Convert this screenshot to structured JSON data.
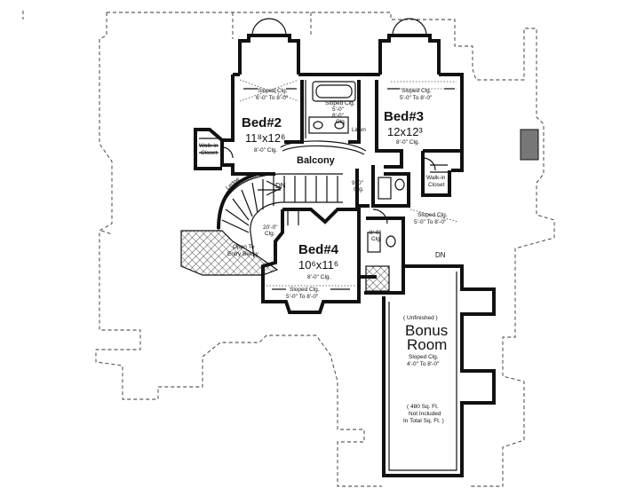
{
  "rooms": {
    "bed2": {
      "name": "Bed#2",
      "size": "11⁸x12⁶",
      "ceiling": "8'-0\" Clg."
    },
    "bed3": {
      "name": "Bed#3",
      "size": "12x12³",
      "ceiling": "8'-0\" Clg."
    },
    "bed4": {
      "name": "Bed#4",
      "size": "10⁶x11⁶",
      "ceiling": "8'-0\" Clg."
    },
    "balcony": {
      "name": "Balcony"
    },
    "linen": {
      "name": "Linen"
    },
    "walkin_left": {
      "line1": "Walk-in",
      "line2": "Closet"
    },
    "walkin_right": {
      "line1": "Walk-in",
      "line2": "Closet"
    },
    "ledge": {
      "name": "Ledge"
    },
    "open_below": {
      "line1": "Open To",
      "line2": "Entry Below"
    },
    "bonus": {
      "status": "( Unfinished )",
      "name1": "Bonus",
      "name2": "Room",
      "ceil1": "Sloped Clg.",
      "ceil2": "4'-0\" To 8'-0\"",
      "area1": "( 480 Sq. Ft.",
      "area2": "Not Included",
      "area3": "In Total Sq. Ft. )"
    }
  },
  "notes": {
    "bed2_ceiling": {
      "line1": "Sloped Clg.",
      "line2": "6'-0\" To 8'-0\""
    },
    "bed3_ceiling": {
      "line1": "Sloped Clg.",
      "line2": "5'-0\" To 8'-0\""
    },
    "bath_ceiling": {
      "line1": "Sloped Clg.",
      "line2": "5'-0\"",
      "line3": "8'-0\"",
      "line4": "Clg."
    },
    "hall_ceiling": {
      "line1": "9'-0\"",
      "line2": "Clg."
    },
    "stair_ceiling": {
      "line1": "20'-0\"",
      "line2": "Clg."
    },
    "hall_sloped": {
      "line1": "Sloped Clg.",
      "line2": "5'-0\" To 8'-0\""
    },
    "bath2_ceiling": {
      "line1": "8'-0\"",
      "line2": "Clg."
    },
    "bed4_sloped": {
      "line1": "Sloped Clg.",
      "line2": "5'-0\" To 8'-0\""
    },
    "stair_dn": "DN",
    "bonus_dn": "DN"
  }
}
